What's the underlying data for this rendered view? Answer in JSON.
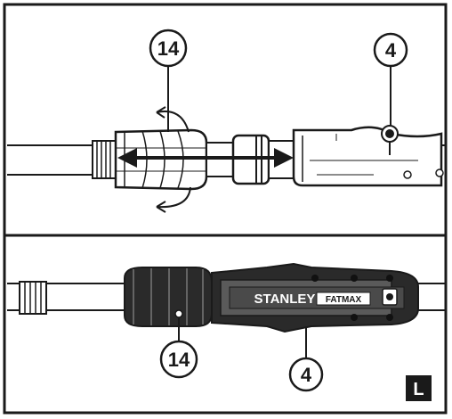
{
  "colors": {
    "ink": "#1a1a1a",
    "paper": "#ffffff",
    "tool_body": "#2a2a2a",
    "tool_mid": "#5a5a5a"
  },
  "callouts": {
    "top_collar": "14",
    "top_button": "4",
    "bottom_collar": "14",
    "bottom_button": "4"
  },
  "brand": {
    "name": "STANLEY",
    "line": "FATMAX"
  },
  "panel_label": "L",
  "icons": [
    "rotate-arrow-icon",
    "double-arrow-icon"
  ]
}
